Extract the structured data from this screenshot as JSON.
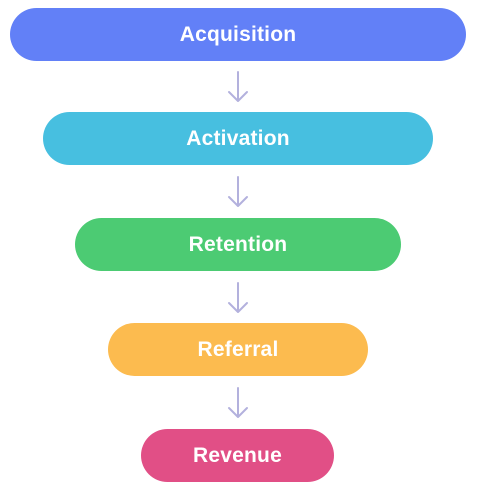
{
  "funnel": {
    "stages": [
      {
        "label": "Acquisition",
        "color": "#6280f7"
      },
      {
        "label": "Activation",
        "color": "#47bfe0"
      },
      {
        "label": "Retention",
        "color": "#4ccb73"
      },
      {
        "label": "Referral",
        "color": "#fcbb4f"
      },
      {
        "label": "Revenue",
        "color": "#e14f86"
      }
    ],
    "arrow_color": "#b3b1dd",
    "arrow_icon": "down-arrow-icon"
  }
}
